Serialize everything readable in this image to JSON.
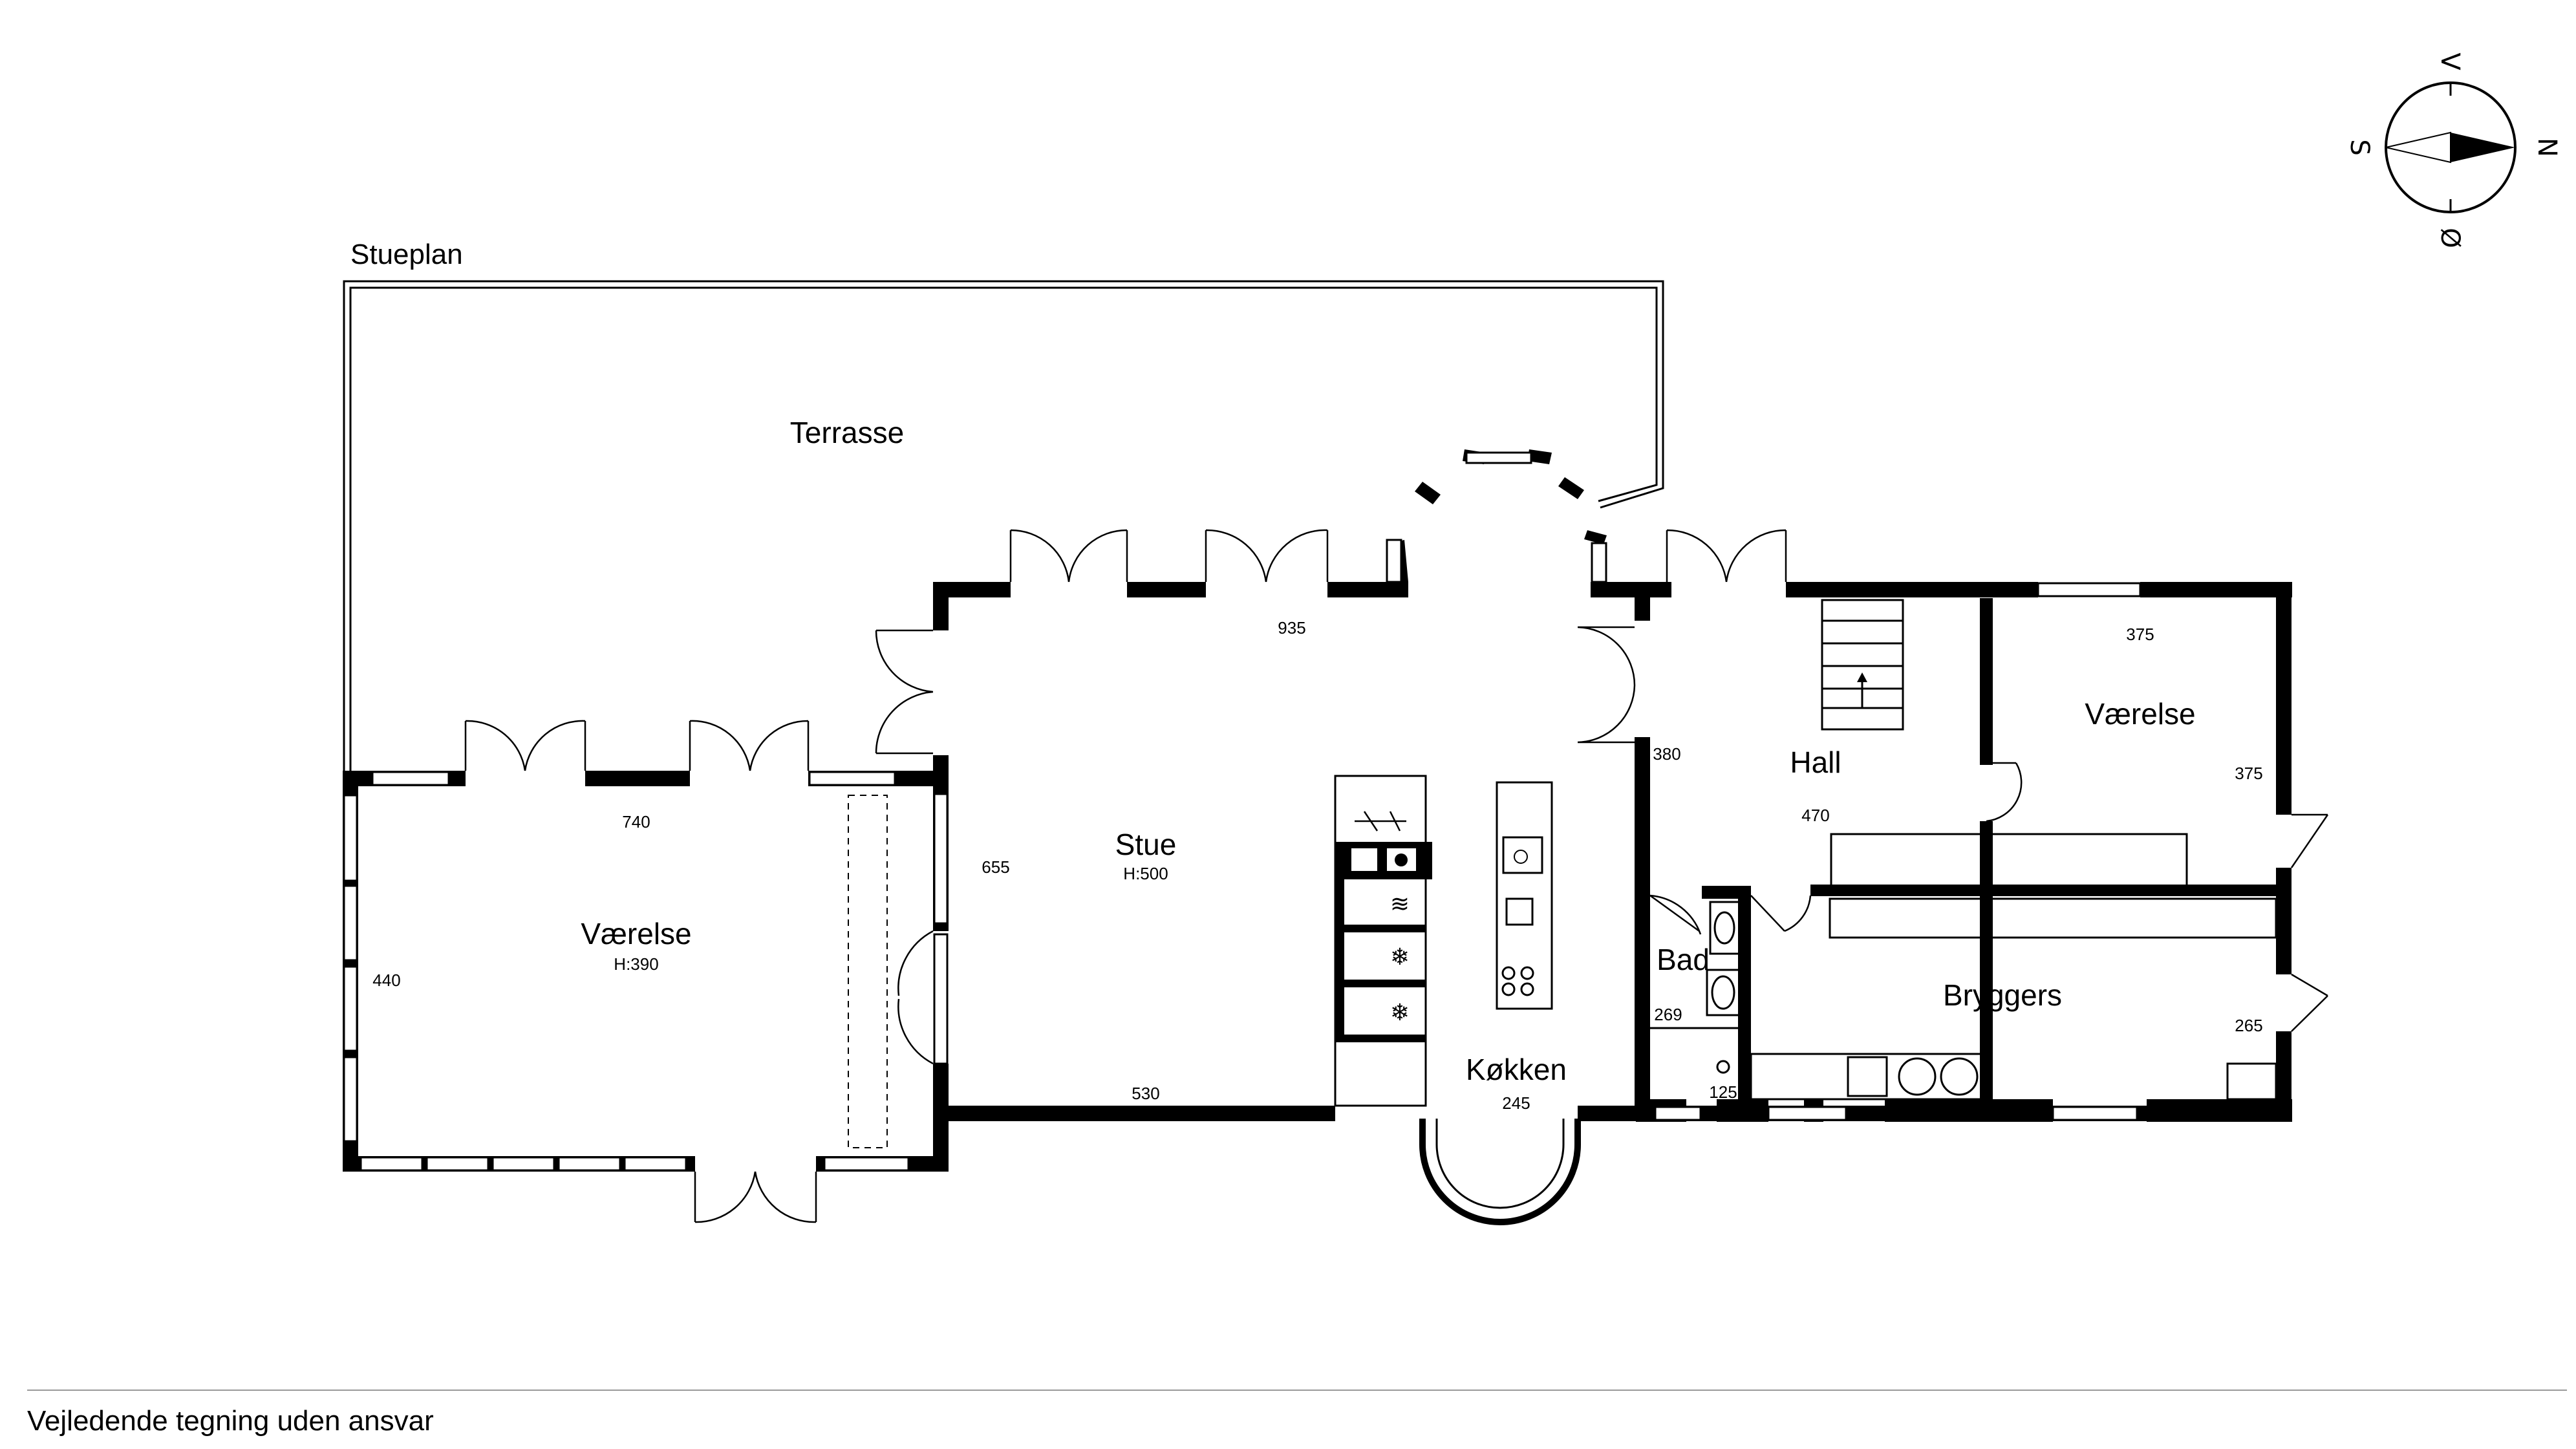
{
  "plan_title": "Stueplan",
  "disclaimer": "Vejledende tegning uden ansvar",
  "compass": {
    "north": "N",
    "south": "S",
    "east": "Ø",
    "west": "V"
  },
  "rooms": {
    "terrasse": {
      "name": "Terrasse"
    },
    "vaerelse_left": {
      "name": "Værelse",
      "height": "H:390"
    },
    "stue": {
      "name": "Stue",
      "height": "H:500"
    },
    "kokken": {
      "name": "Køkken"
    },
    "hall": {
      "name": "Hall"
    },
    "vaerelse_right": {
      "name": "Værelse"
    },
    "bad": {
      "name": "Bad"
    },
    "bryggers": {
      "name": "Bryggers"
    }
  },
  "dimensions": {
    "vaerelse_left_width": "740",
    "vaerelse_left_depth": "440",
    "stue_top": "935",
    "stue_left": "655",
    "stue_bottom": "530",
    "kokken_width": "245",
    "hall_left": "380",
    "hall_width": "470",
    "vaerelse_right_top": "375",
    "vaerelse_right_side": "375",
    "bad_side": "269",
    "bad_bottom": "125",
    "bryggers_side": "265"
  }
}
